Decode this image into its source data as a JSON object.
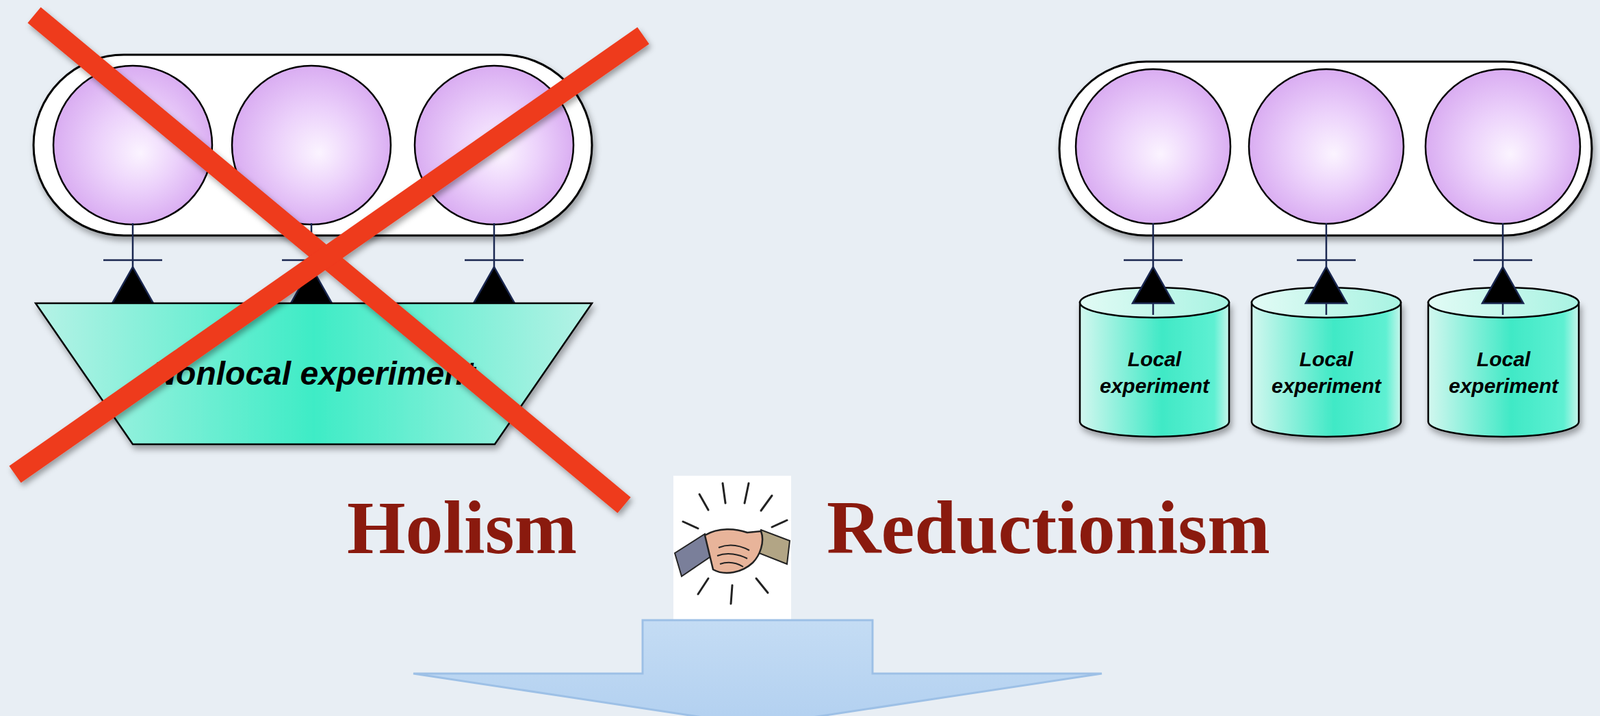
{
  "diagram": {
    "nodes": [
      {
        "text": [
          "Nonlocal experiment"
        ]
      },
      {
        "text": [
          "Local experiment"
        ]
      },
      {
        "text": [
          "Local experiment"
        ]
      },
      {
        "text": [
          "Local experiment"
        ]
      }
    ],
    "labels": [
      "Holism",
      "Reductionism"
    ]
  }
}
